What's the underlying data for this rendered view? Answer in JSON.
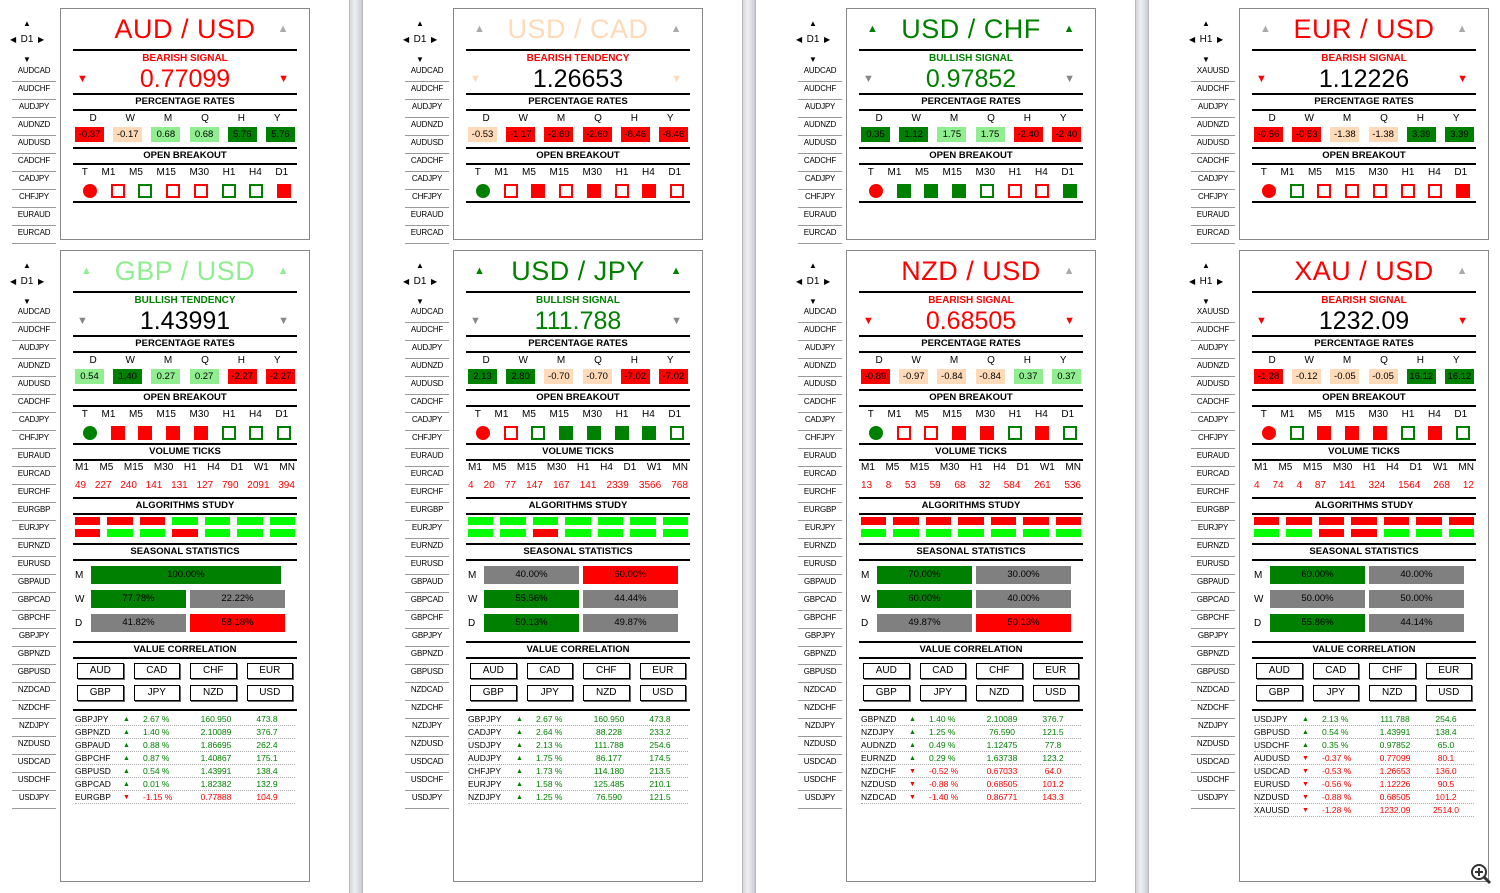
{
  "colors": {
    "red": "#ff0000",
    "green": "#008000",
    "lightgreen": "#90ee90",
    "peach": "#ffdab9",
    "gray": "#808080",
    "brightgreen": "#00ff00"
  },
  "common": {
    "sig_pct": "PERCENTAGE RATES",
    "sig_bo": "OPEN BREAKOUT",
    "sig_vt": "VOLUME TICKS",
    "sig_algo": "ALGORITHMS STUDY",
    "sig_ss": "SEASONAL STATISTICS",
    "sig_vc": "VALUE CORRELATION",
    "rate_labels": [
      "D",
      "W",
      "M",
      "Q",
      "H",
      "Y"
    ],
    "bo_labels": [
      "T",
      "M1",
      "M5",
      "M15",
      "M30",
      "H1",
      "H4",
      "D1"
    ],
    "vt_labels": [
      "M1",
      "M5",
      "M15",
      "M30",
      "H1",
      "H4",
      "D1",
      "W1",
      "MN"
    ],
    "ss_labels": [
      "M",
      "W",
      "D"
    ],
    "buttons": [
      "AUD",
      "CAD",
      "CHF",
      "EUR",
      "GBP",
      "JPY",
      "NZD",
      "USD"
    ]
  },
  "symbols_a": [
    "AUDCAD",
    "AUDCHF",
    "AUDJPY",
    "AUDNZD",
    "AUDUSD",
    "CADCHF",
    "CADJPY",
    "CHFJPY",
    "EURAUD",
    "EURCAD"
  ],
  "symbols_b": [
    "AUDCAD",
    "AUDCHF",
    "AUDJPY",
    "AUDNZD",
    "AUDUSD",
    "CADCHF",
    "CADJPY",
    "CHFJPY",
    "EURAUD",
    "EURCAD",
    "EURCHF",
    "EURGBP",
    "EURJPY",
    "EURNZD",
    "EURUSD",
    "GBPAUD",
    "GBPCAD",
    "GBPCHF",
    "GBPJPY",
    "GBPNZD",
    "GBPUSD",
    "NZDCAD",
    "NZDCHF",
    "NZDJPY",
    "NZDUSD",
    "USDCAD",
    "USDCHF",
    "USDJPY"
  ],
  "symbols_xa": [
    "XAUUSD",
    "AUDCHF",
    "AUDJPY",
    "AUDNZD",
    "AUDUSD",
    "CADCHF",
    "CADJPY",
    "CHFJPY",
    "EURAUD",
    "EURCAD"
  ],
  "symbols_xb": [
    "XAUUSD",
    "AUDCHF",
    "AUDJPY",
    "AUDNZD",
    "AUDUSD",
    "CADCHF",
    "CADJPY",
    "CHFJPY",
    "EURAUD",
    "EURCAD",
    "EURCHF",
    "EURGBP",
    "EURJPY",
    "EURNZD",
    "EURUSD",
    "GBPAUD",
    "GBPCAD",
    "GBPCHF",
    "GBPJPY",
    "GBPNZD",
    "GBPUSD",
    "NZDCAD",
    "NZDCHF",
    "NZDJPY",
    "NZDUSD",
    "USDCAD",
    "USDCHF",
    "USDJPY"
  ],
  "panels": [
    {
      "col": 0,
      "row": 0,
      "tf": "D1",
      "title": "AUD / USD",
      "tcolor": "#ff0000",
      "ttri": "▲",
      "ttricol": "#aaa",
      "ltri": "",
      "signal": "BEARISH SIGNAL",
      "scolor": "#ff0000",
      "price": "0.77099",
      "pcolor": "#ff0000",
      "ptri": "▼",
      "ptricol": "#ff0000",
      "rates": [
        [
          "-0.37",
          "#ff0000"
        ],
        [
          "-0.17",
          "#ffdab9"
        ],
        [
          "0.68",
          "#90ee90"
        ],
        [
          "0.68",
          "#90ee90"
        ],
        [
          "5.76",
          "#008000"
        ],
        [
          "5.76",
          "#008000"
        ]
      ],
      "bo": [
        "cr",
        "sr",
        "sg",
        "sr",
        "sr",
        "sg",
        "sg",
        "fr"
      ]
    },
    {
      "col": 1,
      "row": 0,
      "tf": "D1",
      "title": "USD / CAD",
      "tcolor": "#ffdab9",
      "ttri": "▲",
      "ttricol": "#aaa",
      "ltri": "▲",
      "ltricol": "#aaa",
      "signal": "BEARISH TENDENCY",
      "scolor": "#ff0000",
      "price": "1.26653",
      "pcolor": "#000",
      "ptri": "▼",
      "ptricol": "#ffdab9",
      "ptril": "▼",
      "rates": [
        [
          "-0.53",
          "#ffdab9"
        ],
        [
          "-1.17",
          "#ff0000"
        ],
        [
          "-2.60",
          "#ff0000"
        ],
        [
          "-2.60",
          "#ff0000"
        ],
        [
          "-8.46",
          "#ff0000"
        ],
        [
          "-8.46",
          "#ff0000"
        ]
      ],
      "bo": [
        "cg",
        "sr",
        "fr",
        "sr",
        "fr",
        "sr",
        "fr",
        "sr"
      ]
    },
    {
      "col": 2,
      "row": 0,
      "tf": "D1",
      "title": "USD / CHF",
      "tcolor": "#008000",
      "ttri": "▲",
      "ttricol": "#008000",
      "ltri": "▲",
      "ltricol": "#008000",
      "signal": "BULLISH SIGNAL",
      "scolor": "#008000",
      "price": "0.97852",
      "pcolor": "#008000",
      "ptri": "▼",
      "ptricol": "#888",
      "ptril": "▼",
      "rates": [
        [
          "0.35",
          "#008000"
        ],
        [
          "1.12",
          "#008000"
        ],
        [
          "1.75",
          "#90ee90"
        ],
        [
          "1.75",
          "#90ee90"
        ],
        [
          "-2.40",
          "#ff0000"
        ],
        [
          "-2.40",
          "#ff0000"
        ]
      ],
      "bo": [
        "cr",
        "fg",
        "fg",
        "fg",
        "sg",
        "sr",
        "sr",
        "fg"
      ]
    },
    {
      "col": 3,
      "row": 0,
      "tf": "H1",
      "title": "EUR / USD",
      "tcolor": "#ff0000",
      "ttri": "▲",
      "ttricol": "#aaa",
      "ltri": "▲",
      "ltricol": "#aaa",
      "signal": "BEARISH SIGNAL",
      "scolor": "#ff0000",
      "price": "1.12226",
      "pcolor": "#000",
      "ptri": "▼",
      "ptricol": "#ff0000",
      "ptril": "▼",
      "rates": [
        [
          "-0.56",
          "#ff0000"
        ],
        [
          "-0.53",
          "#ff0000"
        ],
        [
          "-1.38",
          "#ffdab9"
        ],
        [
          "-1.38",
          "#ffdab9"
        ],
        [
          "3.39",
          "#008000"
        ],
        [
          "3.39",
          "#008000"
        ]
      ],
      "bo": [
        "cr",
        "sg",
        "sr",
        "sr",
        "sr",
        "sr",
        "sr",
        "fr"
      ]
    },
    {
      "col": 0,
      "row": 1,
      "tf": "D1",
      "title": "GBP / USD",
      "tcolor": "#90ee90",
      "ttri": "▲",
      "ttricol": "#90ee90",
      "ltri": "▲",
      "ltricol": "#90ee90",
      "signal": "BULLISH TENDENCY",
      "scolor": "#008000",
      "price": "1.43991",
      "pcolor": "#000",
      "ptri": "▼",
      "ptricol": "#888",
      "ptril": "▼",
      "rates": [
        [
          "0.54",
          "#90ee90"
        ],
        [
          "1.40",
          "#008000"
        ],
        [
          "0.27",
          "#90ee90"
        ],
        [
          "0.27",
          "#90ee90"
        ],
        [
          "-2.27",
          "#ff0000"
        ],
        [
          "-2.27",
          "#ff0000"
        ]
      ],
      "bo": [
        "cg",
        "fr",
        "fr",
        "fr",
        "fr",
        "sg",
        "sg"
      ],
      "vt": [
        "49",
        "227",
        "240",
        "141",
        "131",
        "127",
        "790",
        "2091",
        "394"
      ],
      "algo": [
        "r",
        "r",
        "r",
        "g",
        "g",
        "g",
        "g",
        "r",
        "g",
        "g",
        "r",
        "g",
        "g",
        "g"
      ],
      "ss": [
        [
          [
            "100.00%",
            "#008000",
            190
          ]
        ],
        [
          [
            "77.78%",
            "#008000",
            95
          ],
          [
            "22.22%",
            "#808080",
            95
          ]
        ],
        [
          [
            "41.82%",
            "#808080",
            95
          ],
          [
            "58.18%",
            "#ff0000",
            95
          ]
        ]
      ],
      "corr": [
        [
          "GBPJPY",
          "▲",
          "2.67 %",
          "160.950",
          "473.8",
          "g"
        ],
        [
          "GBPNZD",
          "▲",
          "1.40 %",
          "2.10089",
          "376.7",
          "g"
        ],
        [
          "GBPAUD",
          "▲",
          "0.88 %",
          "1.86695",
          "262.4",
          "g"
        ],
        [
          "GBPCHF",
          "▲",
          "0.87 %",
          "1.40867",
          "175.1",
          "g"
        ],
        [
          "GBPUSD",
          "▲",
          "0.54 %",
          "1.43991",
          "138.4",
          "g"
        ],
        [
          "GBPCAD",
          "▲",
          "0.01 %",
          "1.82382",
          "132.9",
          "g"
        ],
        [
          "EURGBP",
          "▼",
          "-1.15 %",
          "0.77888",
          "104.9",
          "r"
        ]
      ]
    },
    {
      "col": 1,
      "row": 1,
      "tf": "D1",
      "title": "USD / JPY",
      "tcolor": "#008000",
      "ttri": "▲",
      "ttricol": "#008000",
      "ltri": "▲",
      "ltricol": "#008000",
      "signal": "BULLISH SIGNAL",
      "scolor": "#008000",
      "price": "111.788",
      "pcolor": "#008000",
      "ptri": "▼",
      "ptricol": "#888",
      "ptril": "▼",
      "rates": [
        [
          "2.13",
          "#008000"
        ],
        [
          "2.80",
          "#008000"
        ],
        [
          "-0.70",
          "#ffdab9"
        ],
        [
          "-0.70",
          "#ffdab9"
        ],
        [
          "-7.02",
          "#ff0000"
        ],
        [
          "-7.02",
          "#ff0000"
        ]
      ],
      "bo": [
        "cr",
        "sr",
        "sg",
        "fg",
        "fg",
        "fg",
        "fg"
      ],
      "vt": [
        "4",
        "20",
        "77",
        "147",
        "167",
        "141",
        "2339",
        "3566",
        "768"
      ],
      "algo": [
        "g",
        "g",
        "g",
        "g",
        "g",
        "g",
        "g",
        "g",
        "g",
        "r",
        "g",
        "g",
        "g",
        "g"
      ],
      "ss": [
        [
          [
            "40.00%",
            "#808080",
            95
          ],
          [
            "60.00%",
            "#ff0000",
            95
          ]
        ],
        [
          [
            "55.56%",
            "#008000",
            95
          ],
          [
            "44.44%",
            "#808080",
            95
          ]
        ],
        [
          [
            "50.13%",
            "#008000",
            95
          ],
          [
            "49.87%",
            "#808080",
            95
          ]
        ]
      ],
      "corr": [
        [
          "GBPJPY",
          "▲",
          "2.67 %",
          "160.950",
          "473.8",
          "g"
        ],
        [
          "CADJPY",
          "▲",
          "2.64 %",
          "88.228",
          "233.2",
          "g"
        ],
        [
          "USDJPY",
          "▲",
          "2.13 %",
          "111.788",
          "254.6",
          "g"
        ],
        [
          "AUDJPY",
          "▲",
          "1.75 %",
          "86.177",
          "174.5",
          "g"
        ],
        [
          "CHFJPY",
          "▲",
          "1.73 %",
          "114.180",
          "213.5",
          "g"
        ],
        [
          "EURJPY",
          "▲",
          "1.58 %",
          "125.485",
          "210.1",
          "g"
        ],
        [
          "NZDJPY",
          "▲",
          "1.25 %",
          "76.590",
          "121.5",
          "g"
        ]
      ]
    },
    {
      "col": 2,
      "row": 1,
      "tf": "D1",
      "title": "NZD / USD",
      "tcolor": "#ff0000",
      "ttri": "▲",
      "ttricol": "#aaa",
      "ltri": "",
      "signal": "BEARISH SIGNAL",
      "scolor": "#ff0000",
      "price": "0.68505",
      "pcolor": "#ff0000",
      "ptri": "▼",
      "ptricol": "#ff0000",
      "ptril": "▼",
      "rates": [
        [
          "-0.89",
          "#ff0000"
        ],
        [
          "-0.97",
          "#ffdab9"
        ],
        [
          "-0.84",
          "#ffdab9"
        ],
        [
          "-0.84",
          "#ffdab9"
        ],
        [
          "0.37",
          "#90ee90"
        ],
        [
          "0.37",
          "#90ee90"
        ]
      ],
      "bo": [
        "cg",
        "sr",
        "sr",
        "fr",
        "fr",
        "sg",
        "fr"
      ],
      "vt": [
        "13",
        "8",
        "53",
        "59",
        "68",
        "32",
        "584",
        "261",
        "536"
      ],
      "algo": [
        "r",
        "r",
        "r",
        "r",
        "r",
        "r",
        "r",
        "g",
        "g",
        "g",
        "g",
        "g",
        "g",
        "g"
      ],
      "ss": [
        [
          [
            "70.00%",
            "#008000",
            95
          ],
          [
            "30.00%",
            "#808080",
            95
          ]
        ],
        [
          [
            "60.00%",
            "#008000",
            95
          ],
          [
            "40.00%",
            "#808080",
            95
          ]
        ],
        [
          [
            "49.87%",
            "#808080",
            95
          ],
          [
            "50.13%",
            "#ff0000",
            95
          ]
        ]
      ],
      "corr": [
        [
          "GBPNZD",
          "▲",
          "1.40 %",
          "2.10089",
          "376.7",
          "g"
        ],
        [
          "NZDJPY",
          "▲",
          "1.25 %",
          "76.590",
          "121.5",
          "g"
        ],
        [
          "AUDNZD",
          "▲",
          "0.49 %",
          "1.12475",
          "77.8",
          "g"
        ],
        [
          "EURNZD",
          "▲",
          "0.29 %",
          "1.63738",
          "123.2",
          "g"
        ],
        [
          "NZDCHF",
          "▼",
          "-0.52 %",
          "0.67033",
          "64.0",
          "r"
        ],
        [
          "NZDUSD",
          "▼",
          "-0.88 %",
          "0.68505",
          "101.2",
          "r"
        ],
        [
          "NZDCAD",
          "▼",
          "-1.40 %",
          "0.86771",
          "143.3",
          "r"
        ]
      ]
    },
    {
      "col": 3,
      "row": 1,
      "tf": "H1",
      "title": "XAU / USD",
      "tcolor": "#ff0000",
      "ttri": "▲",
      "ttricol": "#aaa",
      "ltri": "",
      "signal": "BEARISH SIGNAL",
      "scolor": "#ff0000",
      "price": "1232.09",
      "pcolor": "#000",
      "ptri": "▼",
      "ptricol": "#ff0000",
      "ptril": "▼",
      "rates": [
        [
          "-1.28",
          "#ff0000"
        ],
        [
          "-0.12",
          "#ffdab9"
        ],
        [
          "-0.05",
          "#ffdab9"
        ],
        [
          "-0.05",
          "#ffdab9"
        ],
        [
          "16.12",
          "#008000"
        ],
        [
          "16.12",
          "#008000"
        ]
      ],
      "bo": [
        "cr",
        "sg",
        "fr",
        "fr",
        "fr",
        "sg",
        "fr"
      ],
      "vt": [
        "4",
        "74",
        "4",
        "87",
        "141",
        "324",
        "1564",
        "268",
        "12"
      ],
      "algo": [
        "r",
        "r",
        "r",
        "r",
        "r",
        "r",
        "r",
        "g",
        "g",
        "r",
        "r",
        "g",
        "g",
        "g"
      ],
      "ss": [
        [
          [
            "60.00%",
            "#008000",
            95
          ],
          [
            "40.00%",
            "#808080",
            95
          ]
        ],
        [
          [
            "50.00%",
            "#808080",
            95
          ],
          [
            "50.00%",
            "#808080",
            95
          ]
        ],
        [
          [
            "55.86%",
            "#008000",
            95
          ],
          [
            "44.14%",
            "#808080",
            95
          ]
        ]
      ],
      "corr": [
        [
          "USDJPY",
          "▲",
          "2.13 %",
          "111.788",
          "254.6",
          "g"
        ],
        [
          "GBPUSD",
          "▲",
          "0.54 %",
          "1.43991",
          "138.4",
          "g"
        ],
        [
          "USDCHF",
          "▲",
          "0.35 %",
          "0.97852",
          "65.0",
          "g"
        ],
        [
          "AUDUSD",
          "▼",
          "-0.37 %",
          "0.77099",
          "80.1",
          "r"
        ],
        [
          "USDCAD",
          "▼",
          "-0.53 %",
          "1.26653",
          "136.0",
          "r"
        ],
        [
          "EURUSD",
          "▼",
          "-0.56 %",
          "1.12226",
          "90.5",
          "r"
        ],
        [
          "NZDUSD",
          "▼",
          "-0.88 %",
          "0.68505",
          "101.2",
          "r"
        ],
        [
          "XAUUSD",
          "▼",
          "-1.28 %",
          "1232.09",
          "2514.0",
          "r"
        ]
      ]
    }
  ]
}
